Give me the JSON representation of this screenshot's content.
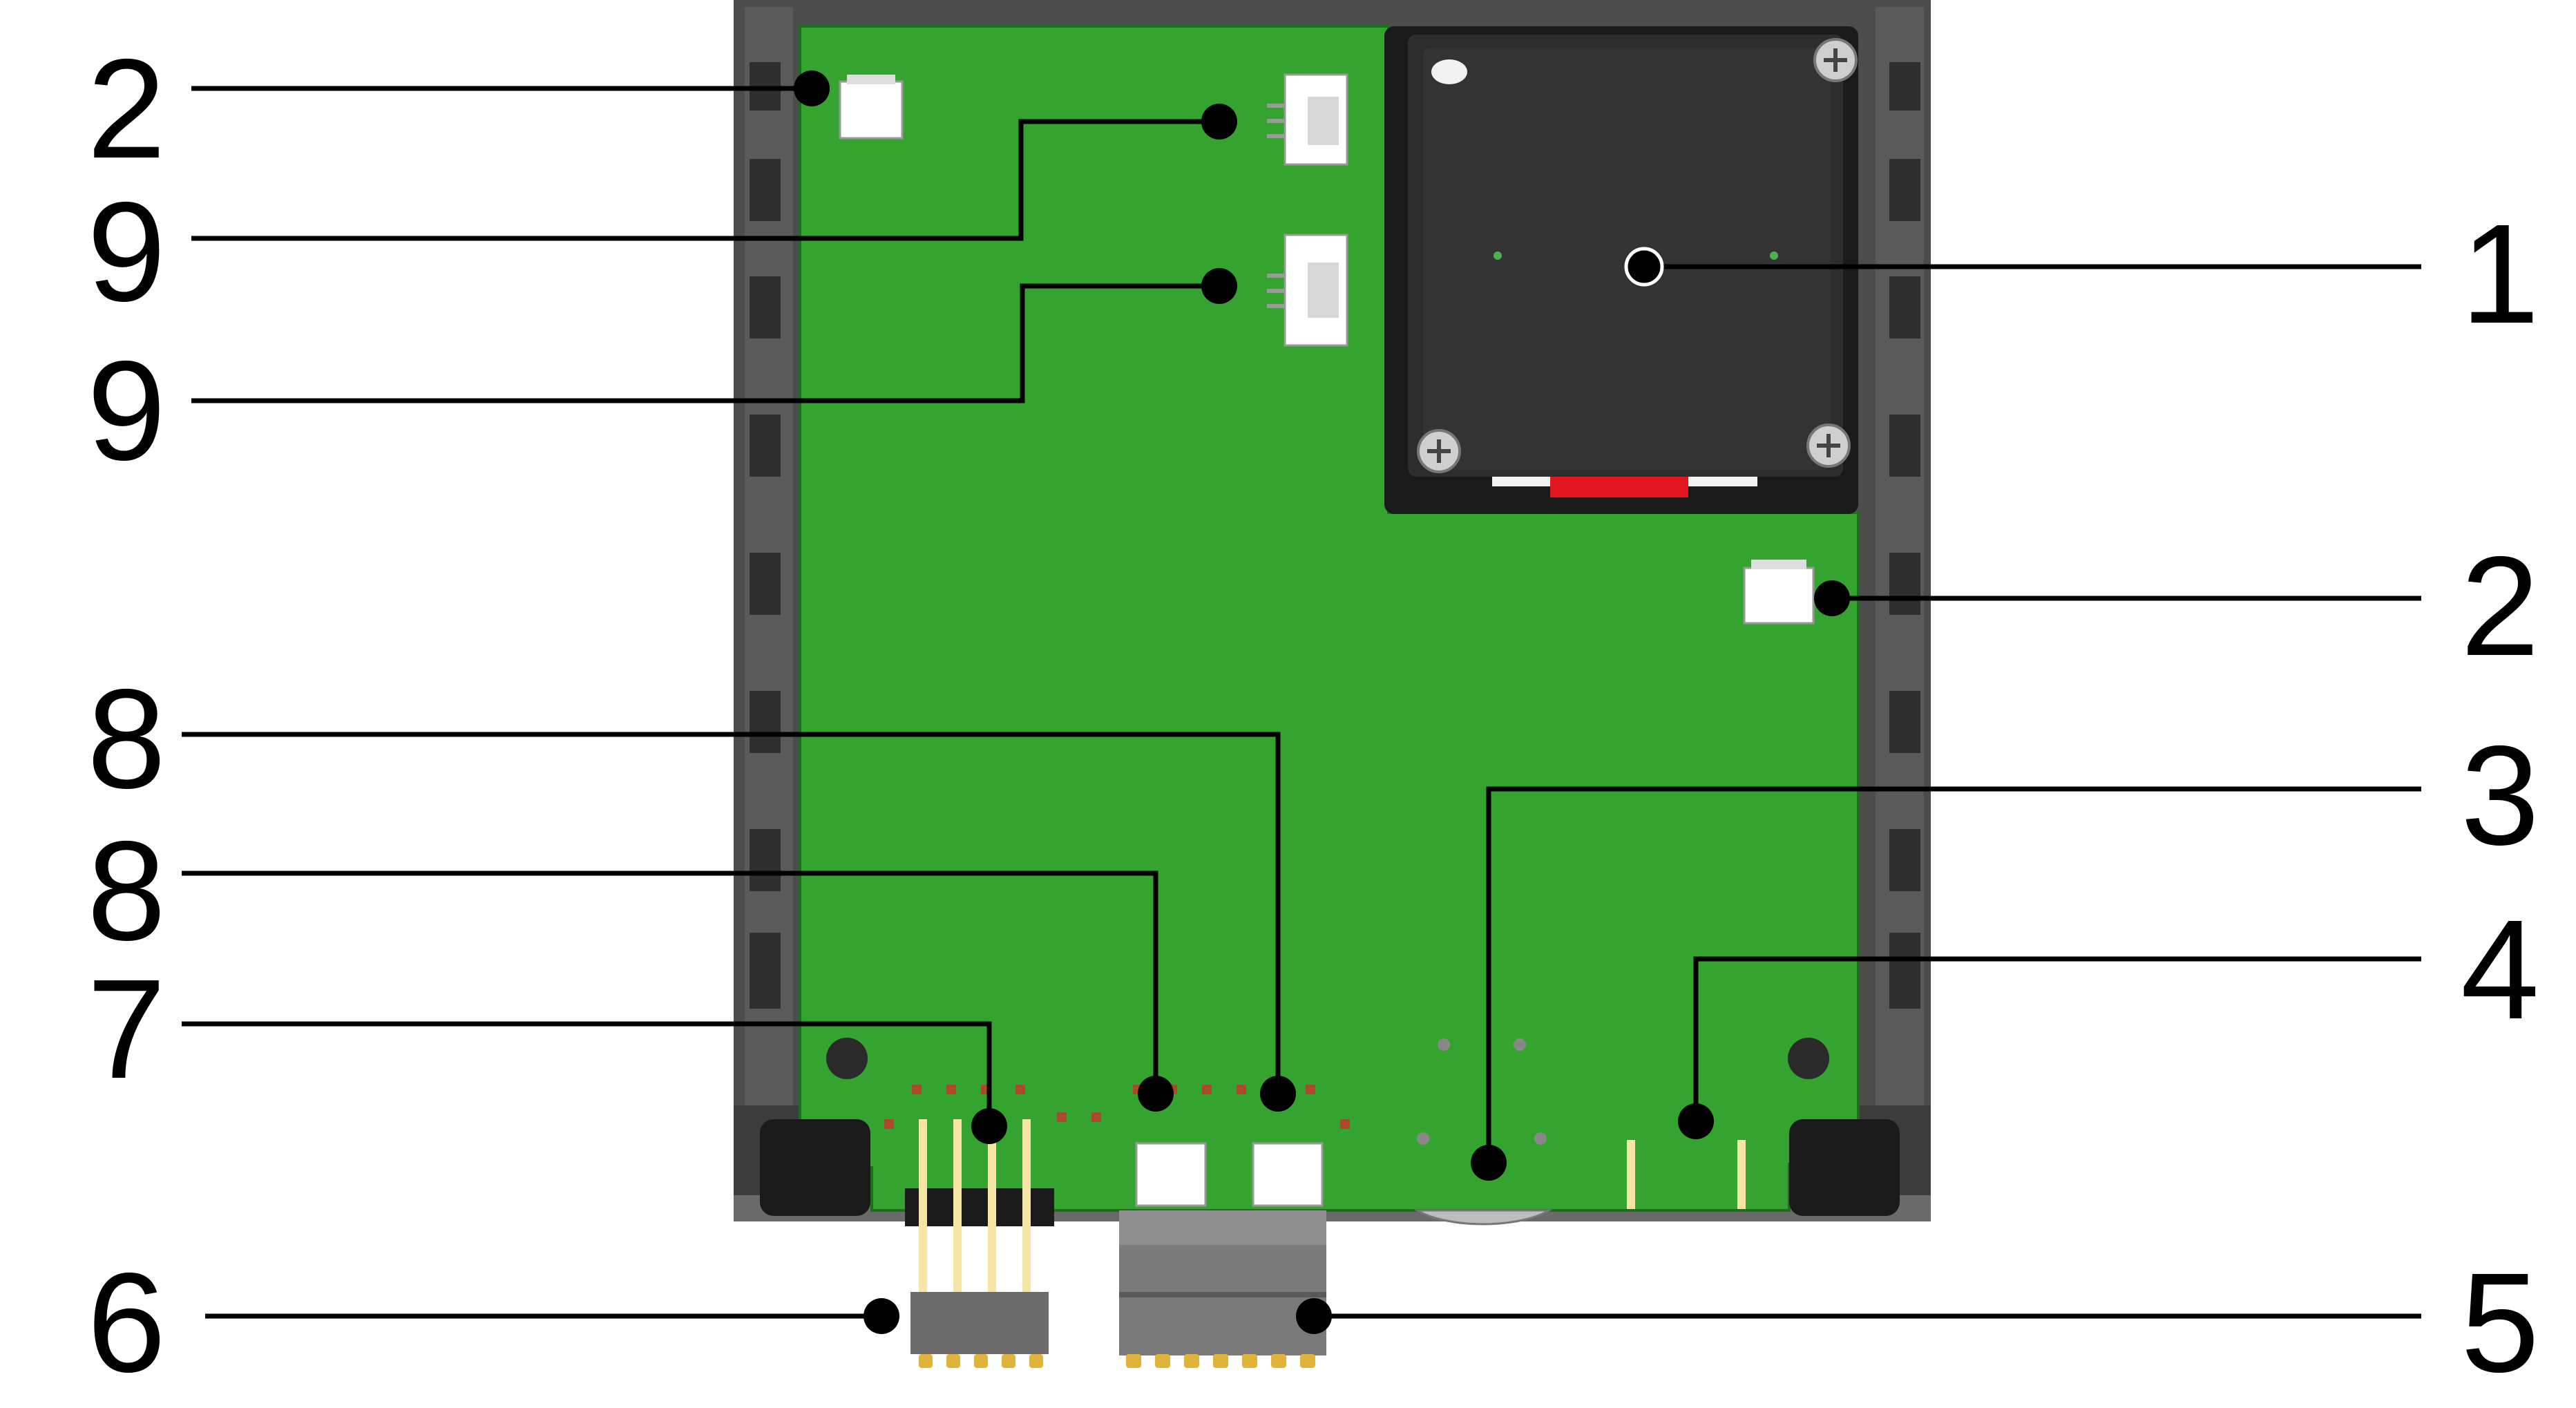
{
  "callouts": [
    {
      "label": "2"
    },
    {
      "label": "9"
    },
    {
      "label": "9"
    },
    {
      "label": "1"
    },
    {
      "label": "2"
    },
    {
      "label": "8"
    },
    {
      "label": "3"
    },
    {
      "label": "8"
    },
    {
      "label": "4"
    },
    {
      "label": "7"
    },
    {
      "label": "6"
    },
    {
      "label": "5"
    }
  ],
  "colors": {
    "pcb_green": "#35a32f",
    "housing_gray": "#4c4c4c",
    "battery_black": "#2d2d2d",
    "connector_white": "#ffffff",
    "pin_gold": "#e0b43a",
    "leader_line": "#000000",
    "red_tab": "#e3161f"
  }
}
